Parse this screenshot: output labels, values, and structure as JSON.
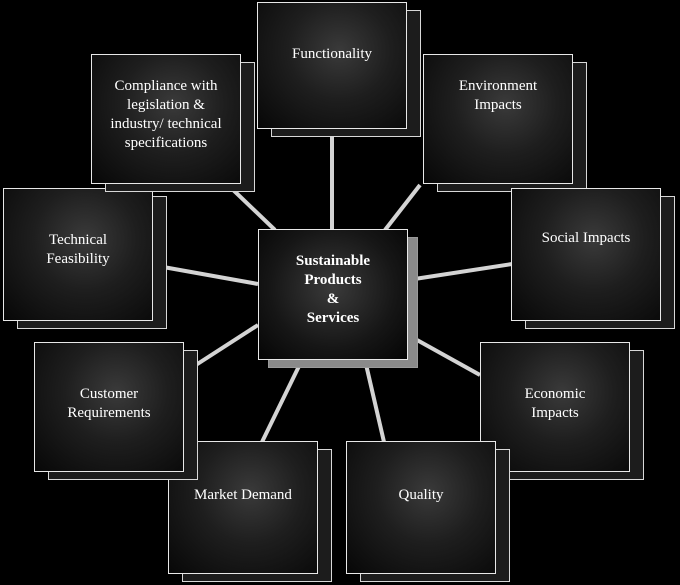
{
  "diagram": {
    "center": {
      "label": "Sustainable\nProducts\n&\nServices"
    },
    "nodes": [
      {
        "id": "functionality",
        "label": "Functionality"
      },
      {
        "id": "environment",
        "label": "Environment\nImpacts"
      },
      {
        "id": "social",
        "label": "Social Impacts"
      },
      {
        "id": "economic",
        "label": "Economic\nImpacts"
      },
      {
        "id": "quality",
        "label": "Quality"
      },
      {
        "id": "market",
        "label": "Market Demand"
      },
      {
        "id": "customer",
        "label": "Customer\nRequirements"
      },
      {
        "id": "technical",
        "label": "Technical\nFeasibility"
      },
      {
        "id": "compliance",
        "label": "Compliance with\nlegislation &\nindustry/ technical\nspecifications"
      }
    ]
  }
}
